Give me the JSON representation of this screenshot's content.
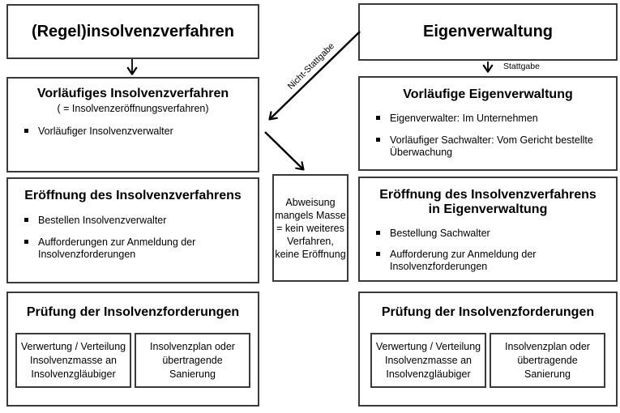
{
  "diagram": {
    "left_column": {
      "header": "(Regel)insolvenzverfahren",
      "vorlaeufiges_verfahren": {
        "title": "Vorläufiges Insolvenzverfahren",
        "subtitle": "( = Insolvenzeröffnungsverfahren)",
        "bullet1": "Vorläufiger Insolvenzverwalter"
      },
      "eroeffnung": {
        "title": "Eröffnung des Insolvenzverfahrens",
        "bullet1": "Bestellen Insolvenzverwalter",
        "bullet2": {
          "line1": "Aufforderungen zur Anmeldung der",
          "line2": "Insolvenzforderungen"
        }
      },
      "pruefung": {
        "title": "Prüfung der Insolvenzforderungen",
        "sub_box1": {
          "line1": "Verwertung / Verteilung",
          "line2": "Insolvenzmasse an",
          "line3": "Insolvenzgläubiger"
        },
        "sub_box2": {
          "line1": "Insolvenzplan oder",
          "line2": "übertragende",
          "line3": "Sanierung"
        }
      }
    },
    "right_column": {
      "header": "Eigenverwaltung",
      "vorlaeufige_eigenverwaltung": {
        "title": "Vorläufige Eigenverwaltung",
        "bullet1": "Eigenverwalter: Im Unternehmen",
        "bullet2": {
          "line1": "Vorläufiger Sachwalter: Vom Gericht bestellte",
          "line2": "Überwachung"
        }
      },
      "eroeffnung": {
        "title_line1": "Eröffnung des Insolvenzverfahrens",
        "title_line2": "in Eigenverwaltung",
        "bullet1": "Bestellung Sachwalter",
        "bullet2": {
          "line1": "Aufforderung zur Anmeldung der",
          "line2": "Insolvenzforderungen"
        }
      },
      "pruefung": {
        "title": "Prüfung der Insolvenzforderungen",
        "sub_box1": {
          "line1": "Verwertung / Verteilung",
          "line2": "Insolvenzmasse an",
          "line3": "Insolvenzgläubiger"
        },
        "sub_box2": {
          "line1": "Insolvenzplan oder",
          "line2": "übertragende",
          "line3": "Sanierung"
        }
      }
    },
    "middle": {
      "abweisung": {
        "line1": "Abweisung",
        "line2": "mangels Masse",
        "line3": "= kein weiteres",
        "line4": "Verfahren,",
        "line5": "keine Eröffnung"
      }
    },
    "arrow_labels": {
      "stattgabe": "Stattgabe",
      "nicht_stattgabe": "Nicht-Stattgabe"
    },
    "colors": {
      "border": "#3a3a3a",
      "arrow": "#000000",
      "text": "#000000",
      "background": "#ffffff"
    }
  }
}
